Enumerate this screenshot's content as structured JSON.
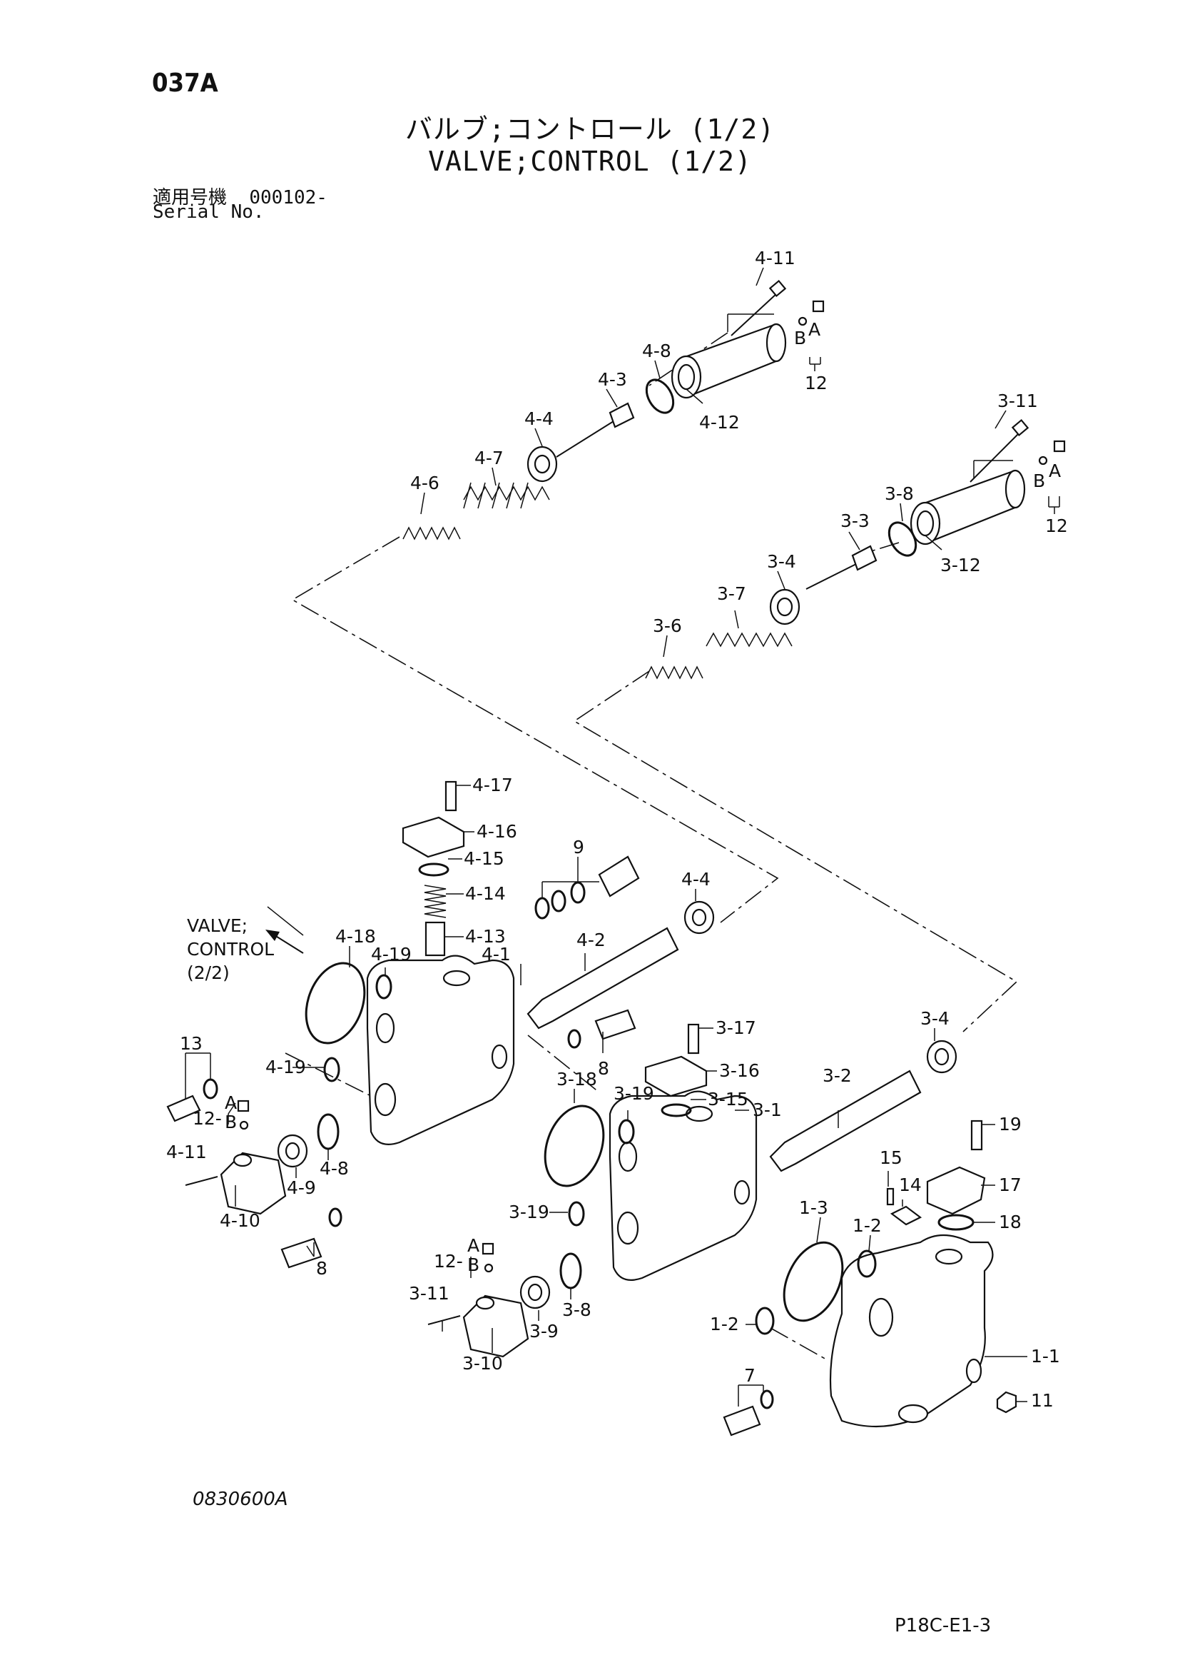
{
  "page_code": "037A",
  "title_jp": "バルブ;コントロール (1/2)",
  "title_en": "VALVE;CONTROL (1/2)",
  "serial_label_jp": "適用号機",
  "serial_value": "000102-",
  "serial_label_en": "Serial No.",
  "cross_ref": [
    "VALVE;",
    "CONTROL",
    "(2/2)"
  ],
  "drawing_no": "0830600A",
  "page_ref": "P18C-E1-3",
  "callouts": {
    "c411_top": "4-11",
    "c412_top": "4-12",
    "c48_top": "4-8",
    "c43": "4-3",
    "c44_top": "4-4",
    "c47": "4-7",
    "c46": "4-6",
    "c12_a": "12",
    "b_a": "B",
    "a_a": "A",
    "c311_top": "3-11",
    "c312_top": "3-12",
    "c38_top": "3-8",
    "c33": "3-3",
    "c34_top": "3-4",
    "c37": "3-7",
    "c36": "3-6",
    "c12_b": "12",
    "b_b": "B",
    "a_b": "A",
    "c417": "4-17",
    "c416": "4-16",
    "c415": "4-15",
    "c414": "4-14",
    "c413": "4-13",
    "c9": "9",
    "c44_mid": "4-4",
    "c418": "4-18",
    "c419_top": "4-19",
    "c41": "4-1",
    "c42": "4-2",
    "c13": "13",
    "c419_left": "4-19",
    "c12_c": "12-",
    "a_c": "A",
    "b_c": "B",
    "c411_left": "4-11",
    "c410": "4-10",
    "c49": "4-9",
    "c48_left": "4-8",
    "c8_a": "8",
    "c8_b": "8",
    "c317": "3-17",
    "c316": "3-16",
    "c315": "3-15",
    "c31": "3-1",
    "c318": "3-18",
    "c319_top": "3-19",
    "c34_mid": "3-4",
    "c32": "3-2",
    "c319_left": "3-19",
    "c12_d": "12-",
    "a_d": "A",
    "b_d": "B",
    "c311_left": "3-11",
    "c310": "3-10",
    "c39": "3-9",
    "c38_left": "3-8",
    "c19": "19",
    "c15": "15",
    "c14": "14",
    "c17": "17",
    "c18": "18",
    "c13b": "1-3",
    "c12b": "1-2",
    "c12c": "1-2",
    "c11": "1-1",
    "c7": "7",
    "c11b": "11"
  }
}
